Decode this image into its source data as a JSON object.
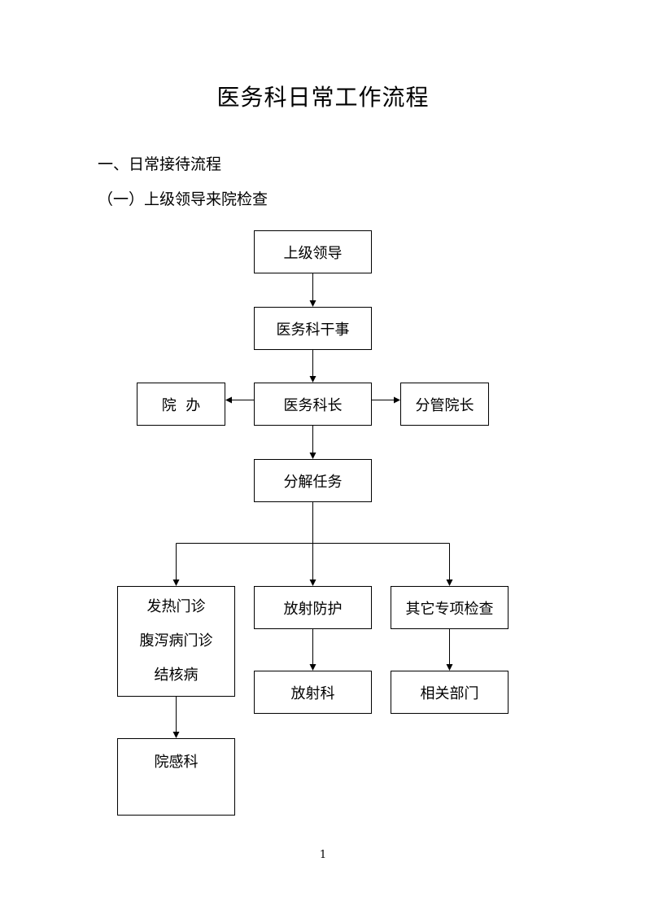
{
  "title": "医务科日常工作流程",
  "section": "一、日常接待流程",
  "subsection": "（一）上级领导来院检查",
  "nodes": {
    "shangji": "上级领导",
    "ganshi": "医务科干事",
    "kezhang": "医务科长",
    "yuanban": "院  办",
    "fenguan": "分管院长",
    "fenjie": "分解任务",
    "fare": "发热门诊",
    "fuxie": "腹泻病门诊",
    "jiehe": "结核病",
    "fangshe_fanghu": "放射防护",
    "qita": "其它专项检查",
    "fangshe_ke": "放射科",
    "xiangguan": "相关部门",
    "yuangan": "院感科"
  },
  "page_number": "1"
}
